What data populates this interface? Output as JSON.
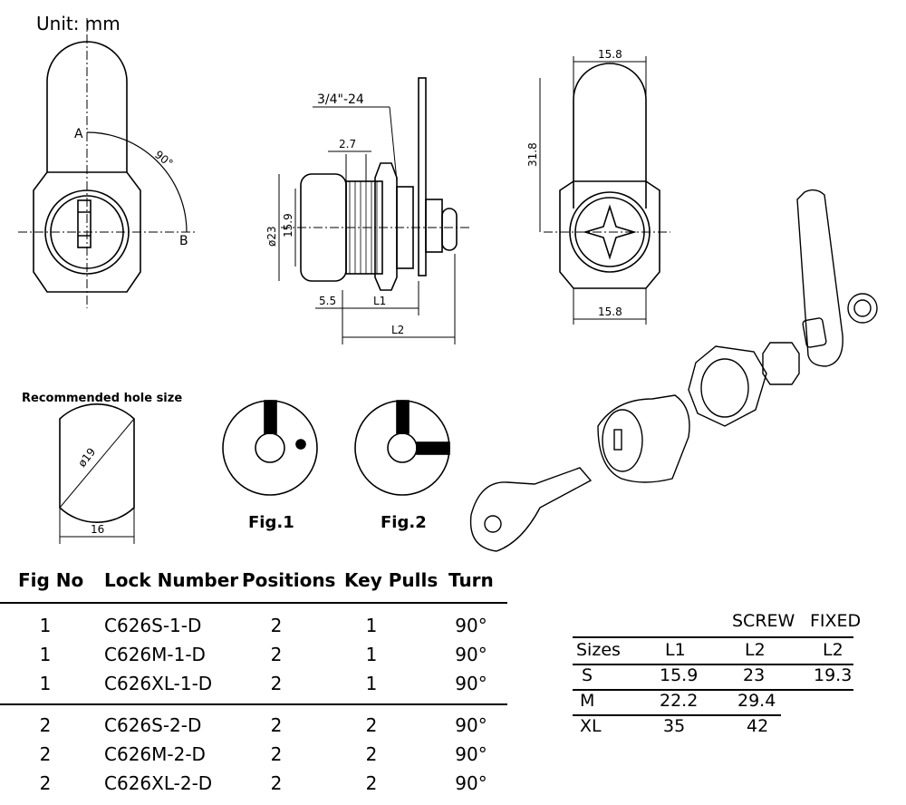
{
  "unit_label": "Unit:  mm",
  "dimensions": {
    "thread": "3/4\"-24",
    "flange_width": "2.7",
    "body_diameter": "ø23",
    "inner_height": "15.9",
    "offset": "5.5",
    "l1": "L1",
    "l2": "L2",
    "width_top": "15.8",
    "width_bottom": "15.8",
    "height": "31.8",
    "angle": "90°",
    "point_a": "A",
    "point_b": "B"
  },
  "hole": {
    "title": "Recommended hole size",
    "diameter": "ø19",
    "width": "16"
  },
  "figures": {
    "fig1_caption": "Fig.1",
    "fig2_caption": "Fig.2"
  },
  "lock_table": {
    "headers": [
      "Fig No",
      "Lock Number",
      "Positions",
      "Key Pulls",
      "Turn"
    ],
    "rows": [
      [
        "1",
        "C626S-1-D",
        "2",
        "1",
        "90°"
      ],
      [
        "1",
        "C626M-1-D",
        "2",
        "1",
        "90°"
      ],
      [
        "1",
        "C626XL-1-D",
        "2",
        "1",
        "90°"
      ],
      [
        "2",
        "C626S-2-D",
        "2",
        "2",
        "90°"
      ],
      [
        "2",
        "C626M-2-D",
        "2",
        "2",
        "90°"
      ],
      [
        "2",
        "C626XL-2-D",
        "2",
        "2",
        "90°"
      ]
    ]
  },
  "size_table": {
    "group_headers": [
      "SCREW",
      "FIXED"
    ],
    "headers": [
      "Sizes",
      "L1",
      "L2",
      "L2"
    ],
    "rows": [
      [
        "S",
        "15.9",
        "23",
        "19.3"
      ],
      [
        "M",
        "22.2",
        "29.4",
        ""
      ],
      [
        "XL",
        "35",
        "42",
        ""
      ]
    ]
  }
}
